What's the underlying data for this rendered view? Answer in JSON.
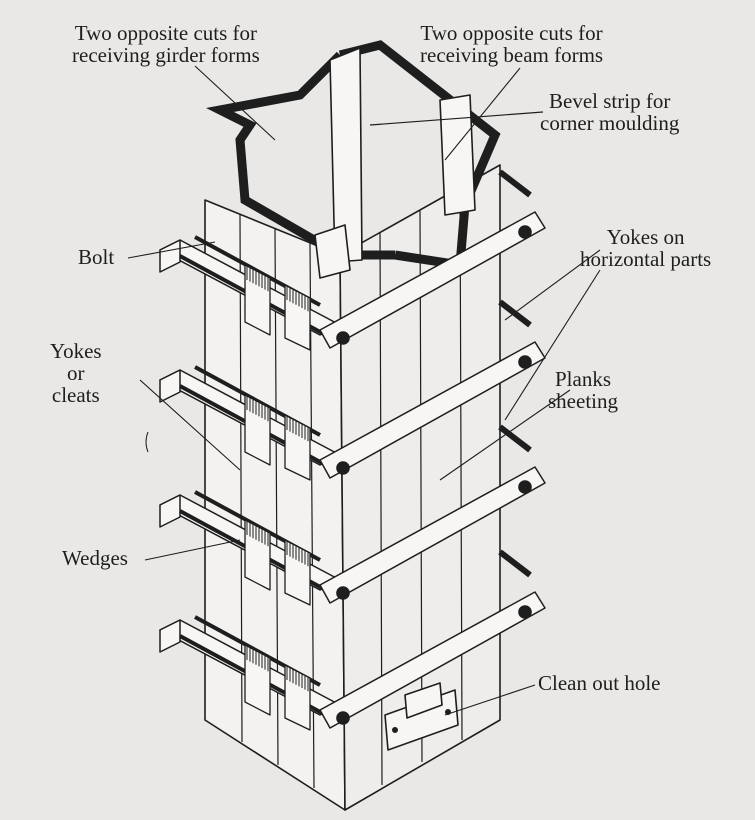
{
  "labels": {
    "girder_cuts": [
      "Two opposite cuts for",
      "receiving girder forms"
    ],
    "beam_cuts": [
      "Two opposite cuts for",
      "receiving beam forms"
    ],
    "bevel_strip": [
      "Bevel strip for",
      "corner moulding"
    ],
    "bolt": "Bolt",
    "yokes_horizontal": [
      "Yokes on",
      "horizontal parts"
    ],
    "yokes_cleats": [
      "Yokes",
      "or",
      "cleats"
    ],
    "planks": [
      "Planks",
      "sheeting"
    ],
    "wedges": "Wedges",
    "clean_out": "Clean out hole"
  },
  "colors": {
    "ink": "#1e1e1e",
    "paper": "#e9e8e6",
    "wood": "#f2f1ef"
  }
}
